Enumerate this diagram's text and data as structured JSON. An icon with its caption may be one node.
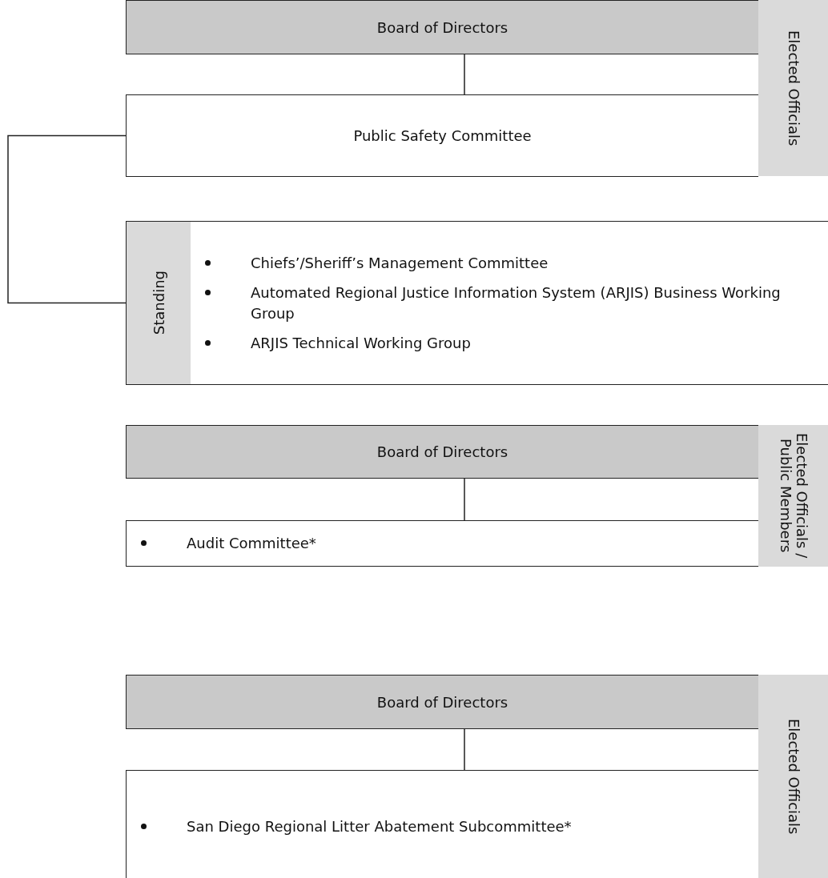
{
  "diagram": {
    "nodes": [
      {
        "text": [
          "Board of Directors"
        ]
      },
      {
        "text": [
          "Elected Officials"
        ]
      },
      {
        "text": [
          "Public Safety Committee"
        ]
      },
      {
        "text": [
          "Standing",
          "Chiefs’/Sheriff’s Management Committee",
          "Automated Regional Justice Information System (ARJIS) Business Working Group",
          "ARJIS Technical Working Group"
        ]
      },
      {
        "text": [
          "Board of Directors"
        ]
      },
      {
        "text": [
          "Elected Officials / Public Members"
        ]
      },
      {
        "text": [
          "Audit Committee*"
        ]
      },
      {
        "text": [
          "Board of Directors"
        ]
      },
      {
        "text": [
          "Elected Officials"
        ]
      },
      {
        "text": [
          "San Diego Regional Litter Abatement Subcommittee*"
        ]
      }
    ],
    "edges": [
      {
        "from": 0,
        "to": 2,
        "arrow": "none"
      },
      {
        "from": 2,
        "to": 3,
        "arrow": "none"
      },
      {
        "from": 4,
        "to": 6,
        "arrow": "none"
      },
      {
        "from": 7,
        "to": 9,
        "arrow": "none"
      }
    ]
  }
}
